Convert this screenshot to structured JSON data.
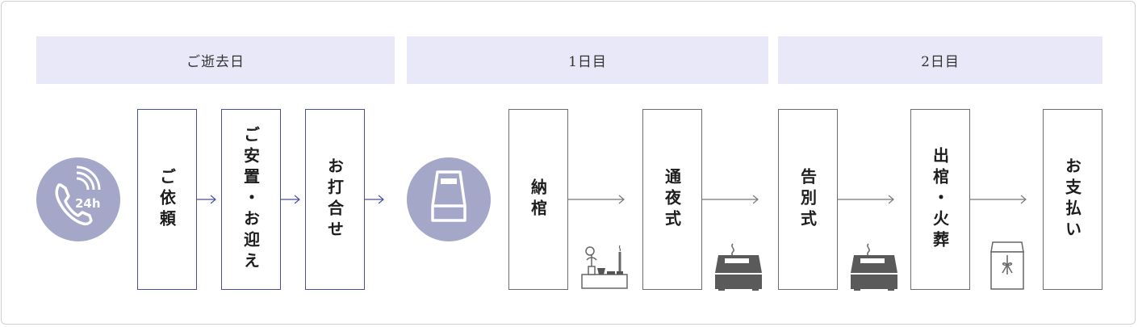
{
  "phases": {
    "day0": "ご逝去日",
    "day1": "1日目",
    "day2": "2日目"
  },
  "steps": {
    "request": "ご依頼",
    "transport": "ご安置・お迎え",
    "meeting": "お打合せ",
    "encoffin": "納棺",
    "wake": "通夜式",
    "funeral": "告別式",
    "cremation": "出棺・火葬",
    "payment": "お支払い"
  },
  "badge": "24h",
  "icons": [
    "phone-24h-icon",
    "coffin-icon",
    "altar-icon",
    "incense-burner-icon",
    "incense-burner-icon",
    "offering-bag-icon"
  ],
  "colors": {
    "phase_bg": "#e8e8f8",
    "blue_border": "#4a4f9a",
    "gray_border": "#6e6e6e",
    "circle": "#a5a7c8",
    "arrow_blue": "#4a4f9a",
    "arrow_gray": "#777777"
  }
}
